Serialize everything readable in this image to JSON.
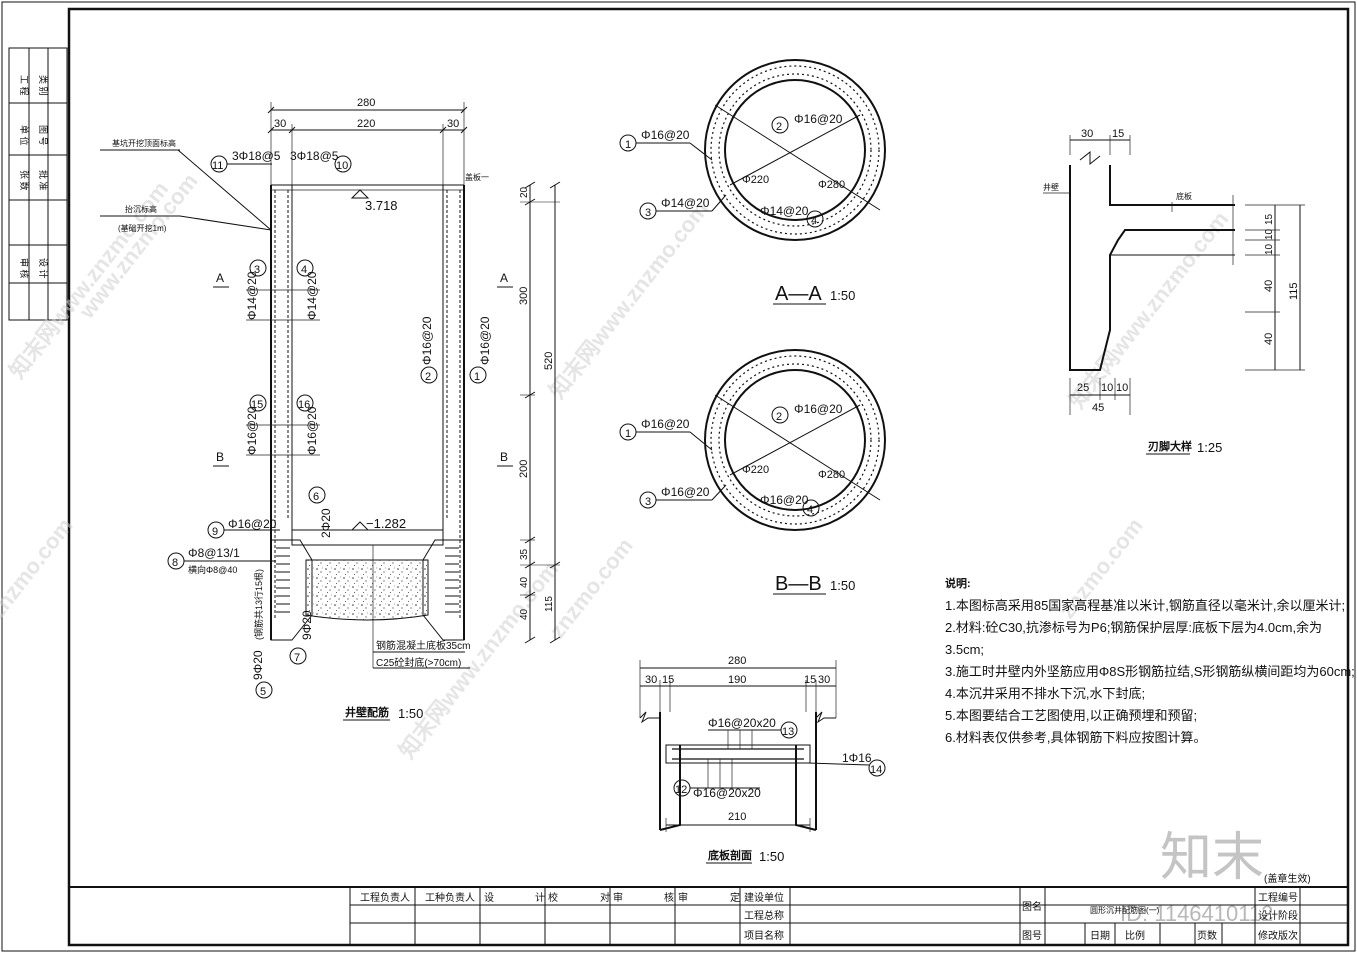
{
  "watermark": {
    "brand_cn": "知末",
    "id_text": "ID: 1146410112",
    "site_texts": [
      "www.znzmo.com",
      "znzmo.com",
      "知末网www.znzmo.com"
    ]
  },
  "left_strip": [
    "工 程",
    "类 别",
    "单 位",
    "图 号",
    "张 数",
    "批 准",
    "审 核",
    "设 计"
  ],
  "section_view": {
    "title": "井壁配筋",
    "scale": "1:50",
    "dims_top": {
      "total": "280",
      "left": "30",
      "mid": "220",
      "right": "30"
    },
    "dims_right": {
      "total": "520",
      "upper": "300",
      "mid": "200",
      "s1": "20",
      "s2": "35",
      "s3": "40",
      "s4": "115",
      "s5": "40"
    },
    "elev_top": "3.718",
    "elev_bottom": "−1.282",
    "ground_label": "基坑开挖顶面标高",
    "settle_label_1": "抬沉标高",
    "settle_label_2": "(基础开挖1m)",
    "top_cap_label": "盖板一",
    "section_A": "A",
    "section_B": "B",
    "bars": {
      "b11": "11",
      "t11": "3Φ18@5",
      "b10": "10",
      "t10": "3Φ18@5",
      "b3": "3",
      "t3": "Φ14@20",
      "b4": "4",
      "t4": "Φ14@20",
      "b15": "15",
      "t15": "Φ16@20",
      "b16": "16",
      "t16": "Φ16@20",
      "b2": "2",
      "t2": "Φ16@20",
      "b1": "1",
      "t1": "Φ16@20",
      "b6": "6",
      "t6": "2Φ20",
      "b9": "9",
      "t9": "Φ16@20",
      "b8": "8",
      "t8a": "Φ8@13/1",
      "t8b": "横向Φ8@40",
      "b7": "7",
      "t7": "9Φ20",
      "b5": "5",
      "t5": "9Φ20",
      "t5b": "(钢筋共13行15根)",
      "slab_note": "钢筋混凝土底板35cm",
      "sub_note": "C25砼封底(>70cm)"
    }
  },
  "plan_AA": {
    "title": "A—A",
    "scale": "1:50",
    "b1": "1",
    "t1": "Φ16@20",
    "b2": "2",
    "t2": "Φ16@20",
    "b3": "3",
    "t3": "Φ14@20",
    "b4": "4",
    "t4": "Φ14@20",
    "d_inner": "Φ220",
    "d_outer": "Φ280"
  },
  "plan_BB": {
    "title": "B—B",
    "scale": "1:50",
    "b1": "1",
    "t1": "Φ16@20",
    "b2": "2",
    "t2": "Φ16@20",
    "b3": "3",
    "t3": "Φ16@20",
    "b4": "4",
    "t4": "Φ16@20",
    "d_inner": "Φ220",
    "d_outer": "Φ280"
  },
  "blade_detail": {
    "title": "刃脚大样",
    "scale": "1:25",
    "d30": "30",
    "d15": "15",
    "d25": "25",
    "d10a": "10",
    "d10b": "10",
    "d45": "45",
    "v15": "15",
    "v10a": "10",
    "v10b": "10",
    "v40a": "40",
    "v40b": "40",
    "v115": "115",
    "lbl_wall": "井壁",
    "lbl_slab": "底板"
  },
  "bottom_slab": {
    "title": "底板剖面",
    "scale": "1:50",
    "d280": "280",
    "d30a": "30",
    "d15a": "15",
    "d190": "190",
    "d15b": "15",
    "d30b": "30",
    "d210": "210",
    "b13": "13",
    "t13": "Φ16@20x20",
    "b12": "12",
    "t12": "Φ16@20x20",
    "b14": "14",
    "t14": "1Φ16"
  },
  "notes": {
    "heading": "说明:",
    "items": [
      "1.本图标高采用85国家高程基准以米计,钢筋直径以毫米计,余以厘米计;",
      "2.材料:砼C30,抗渗标号为P6;钢筋保护层厚:底板下层为4.0cm,余为",
      "3.5cm;",
      "3.施工时井壁内外坚筋应用Φ8S形钢筋拉结,S形钢筋纵横间距均为60cm;",
      "4.本沉井采用不排水下沉,水下封底;",
      "5.本图要结合工艺图使用,以正确预埋和预留;",
      "6.材料表仅供参考,具体钢筋下料应按图计算。"
    ]
  },
  "title_block": {
    "stamp": "(盖章生效)",
    "r1": [
      "工程负责人",
      "工种负责人",
      "设",
      "计",
      "校",
      "对",
      "审",
      "核",
      "审",
      "定",
      "建设单位"
    ],
    "r2": "工程总称",
    "r3": "项目名称",
    "tuming": "图名",
    "tuhao": "图号",
    "drawing_name": "圆形沉井配筋图(一)",
    "date": "日期",
    "ratio": "比例",
    "pages": "页数",
    "proj_no": "工程编号",
    "design_stage": "设计阶段",
    "revision": "修改版次"
  }
}
